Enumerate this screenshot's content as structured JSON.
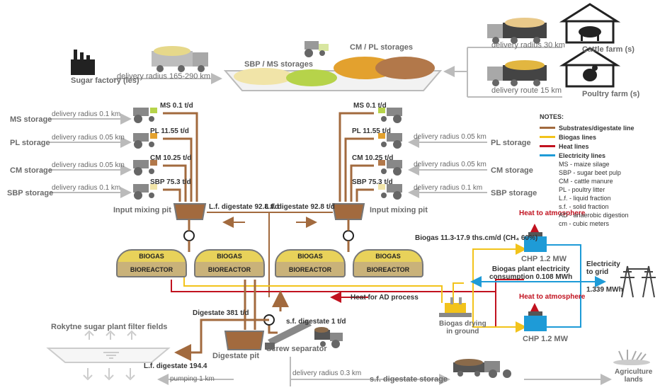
{
  "colors": {
    "substrate": "#a26a3e",
    "biogas": "#f2c31b",
    "heat": "#c1121f",
    "electricity": "#1e9bd7",
    "arrow": "#bbbbbb"
  },
  "top": {
    "sugar_factory": "Sugar factory (ies)",
    "sugar_radius": "delivery radius 165-290 km",
    "sbp_ms_storages": "SBP / MS storages",
    "cm_pl_storages": "CM / PL storages",
    "cattle_radius": "delivery radius 30 km",
    "cattle_farm": "Cattle farm (s)",
    "poultry_route": "delivery route 15 km",
    "poultry_farm": "Poultry farm (s)"
  },
  "left_feed": [
    {
      "storage": "MS storage",
      "radius": "delivery radius 0.1 km",
      "amount": "MS 0.1 t/d"
    },
    {
      "storage": "PL storage",
      "radius": "delivery radius 0.05 km",
      "amount": "PL 11.55 t/d"
    },
    {
      "storage": "CM storage",
      "radius": "delivery radius 0.05 km",
      "amount": "CM 10.25 t/d"
    },
    {
      "storage": "SBP storage",
      "radius": "delivery radius 0.1 km",
      "amount": "SBP 75.3 t/d"
    }
  ],
  "right_feed": [
    {
      "amount": "MS 0.1 t/d"
    },
    {
      "storage": "PL storage",
      "radius": "delivery radius 0.05 km",
      "amount": "PL 11.55 t/d"
    },
    {
      "storage": "CM storage",
      "radius": "delivery radius 0.05 km",
      "amount": "CM 10.25 t/d"
    },
    {
      "storage": "SBP storage",
      "radius": "delivery radius 0.1 km",
      "amount": "SBP 75.3 t/d"
    }
  ],
  "mixing": {
    "left_pit": "Input mixing pit",
    "right_pit": "Input mixing pit",
    "lf_left": "L.f. digestate 92.8 t/d",
    "lf_right": "L.f. digestate 92.8 t/d"
  },
  "reactors": [
    {
      "top": "BIOGAS",
      "bottom": "BIOREACTOR"
    },
    {
      "top": "BIOGAS",
      "bottom": "BIOREACTOR"
    },
    {
      "top": "BIOGAS",
      "bottom": "BIOREACTOR"
    },
    {
      "top": "BIOGAS",
      "bottom": "BIOREACTOR"
    }
  ],
  "chp": {
    "heat_top": "Heat to atmosphere",
    "biogas_flow": "Biogas 11.3-17.9 ths.cm/d (CH₄ 60%)",
    "chp_top": "CHP 1.2 MW",
    "electricity_to_grid": "Electricity\nto grid",
    "plant_consumption": "Biogas plant electricity\nconsumption 0.108 MWh",
    "grid_value": "1.339 MWh",
    "heat_ad": "Heat for AD process",
    "drying": "Biogas drying\nin ground",
    "heat_bottom": "Heat to atmosphere",
    "chp_bottom": "CHP 1.2 MW"
  },
  "digestate": {
    "flow": "Digestate 381 t/d",
    "sf": "s.f. digestate 1 t/d",
    "pit": "Digestate pit",
    "separator": "Screw separator",
    "filter_fields": "Rokytne sugar plant filter fields",
    "lf_194": "L.f. digestate 194.4",
    "pumping": "pumping 1 km",
    "sf_radius": "delivery radius 0.3 km",
    "sf_storage": "s.f. digestate storage",
    "agri": "Agriculture\nlands"
  },
  "notes": {
    "title": "NOTES:",
    "legend": [
      {
        "label": "Substrates/digestate line",
        "color": "#a26a3e"
      },
      {
        "label": "Biogas lines",
        "color": "#f2c31b"
      },
      {
        "label": "Heat lines",
        "color": "#c1121f"
      },
      {
        "label": "Electricity lines",
        "color": "#1e9bd7"
      }
    ],
    "abbrev": [
      "MS - maize silage",
      "SBP - sugar beet pulp",
      "CM - cattle manure",
      "PL - poultry litter",
      "L.f. - liquid fraction",
      "s.f. - solid fraction",
      "AD - anaerobic digestion",
      "cm - cubic meters"
    ]
  }
}
